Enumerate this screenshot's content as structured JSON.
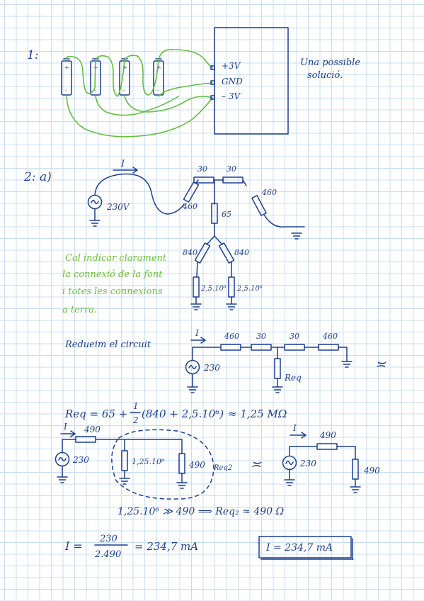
{
  "p1": {
    "label": "1:",
    "battery_plus": "+",
    "battery_minus": "-",
    "box_pin_top": "+3V",
    "box_pin_mid": "GND",
    "box_pin_bot": "– 3V",
    "note_line1": "Una possible",
    "note_line2": "solució."
  },
  "p2": {
    "label": "2:  a)",
    "current_label": "I",
    "source_value": "230V",
    "r_top_left": "30",
    "r_top_right": "30",
    "r_left_diag": "460",
    "r_right_diag": "460",
    "r_mid": "65",
    "r_840_left": "840",
    "r_840_right": "840",
    "r_big_left": "2,5.10⁶",
    "r_big_right": "2,5.10⁶",
    "green_note": [
      "Cal indicar clarament",
      "la connexió de la font",
      "i totes les connexions",
      "a terra."
    ]
  },
  "reduce": {
    "title": "Redueim el circuit",
    "current_label": "I",
    "source_value": "230",
    "r1": "460",
    "r2": "30",
    "r3": "30",
    "r4": "460",
    "req_label": "Req",
    "approx": "≍"
  },
  "req_eq": {
    "lhs": "Req  =  65 +",
    "frac_num": "1",
    "frac_den": "2",
    "paren": "(840 + 2,5.10⁶)",
    "rhs": "≈  1,25 MΩ"
  },
  "circ3": {
    "current_label": "I",
    "r_series": "490",
    "source_value": "230",
    "r_parallel_a": "1,25.10⁶",
    "r_parallel_b": "490",
    "req2_label": "Req2",
    "approx": "≍"
  },
  "circ4": {
    "current_label": "I",
    "r_series": "490",
    "source_value": "230",
    "r_down": "490"
  },
  "ineq": "1,25.10⁶ ≫ 490  ⟹  Req₂ ≈ 490 Ω",
  "final": {
    "lhs": "I  =",
    "num": "230",
    "den": "2.490",
    "rhs": "=  234,7 mA",
    "boxed": "I = 234,7 mA"
  }
}
